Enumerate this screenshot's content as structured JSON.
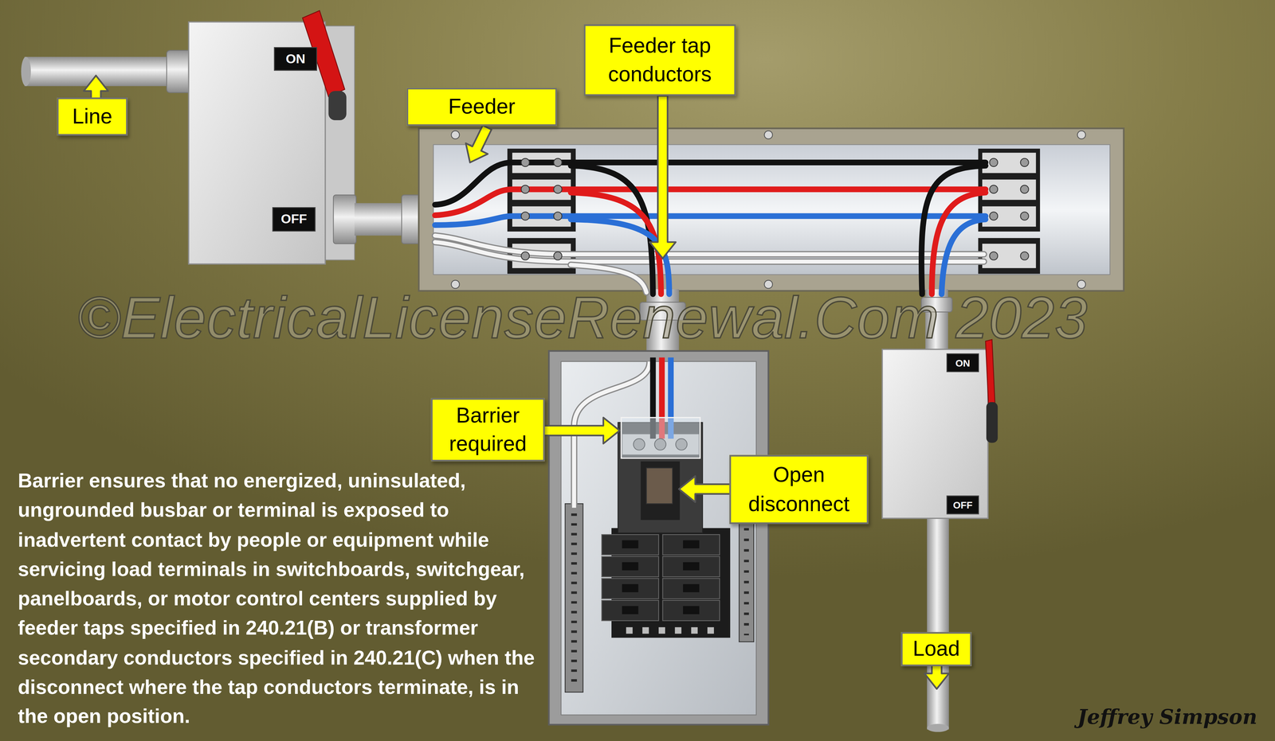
{
  "diagram": {
    "nodes": [
      {
        "text": [
          "Feeder tap conductors"
        ]
      },
      {
        "text": [
          "ON"
        ]
      },
      {
        "text": [
          "Feeder"
        ]
      },
      {
        "text": [
          "Line"
        ]
      },
      {
        "text": [
          "OFF"
        ]
      },
      {
        "text": [
          "ON"
        ]
      },
      {
        "text": [
          "Barrier required"
        ]
      },
      {
        "text": [
          "Open disconnect"
        ]
      },
      {
        "text": [
          "OFF"
        ]
      },
      {
        "text": [
          "Load"
        ]
      }
    ],
    "labels": [
      "©ElectricalLicenseRenewal.Com 2023",
      "Barrier ensures that no energized, uninsulated, ungrounded busbar or terminal is exposed to inadvertent contact by people or equipment while servicing load terminals in switchboards, switchgear, panelboards, or motor control centers supplied by feeder taps specified in 240.21(B) or transformer secondary conductors specified in 240.21(C) when the disconnect where the tap conductors terminate, is in the open position.",
      "Jeffrey Simpson"
    ]
  }
}
